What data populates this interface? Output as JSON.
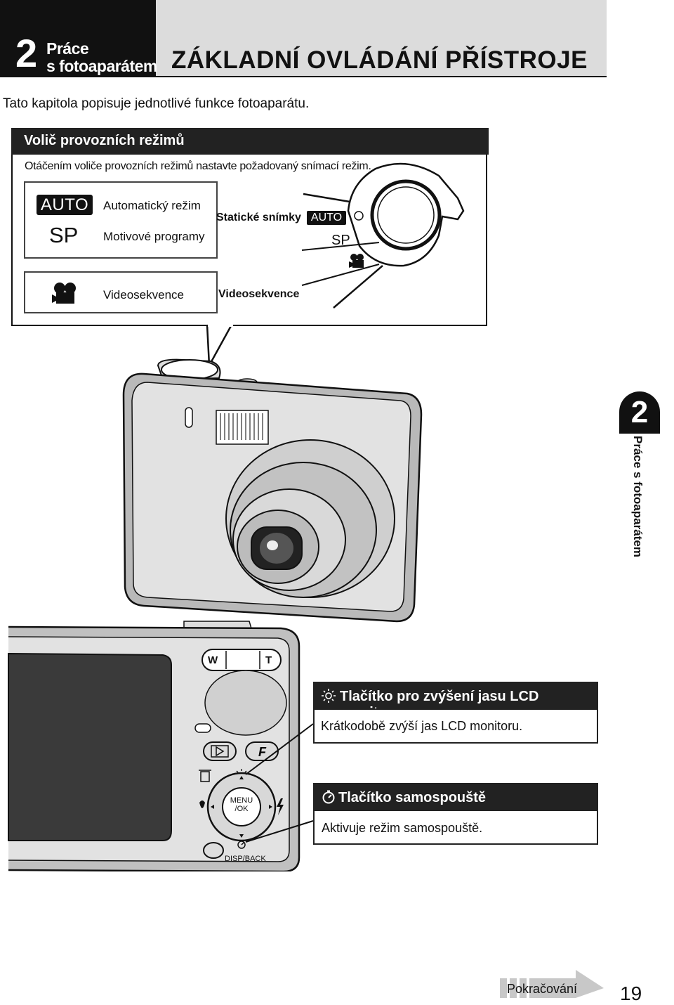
{
  "header": {
    "chapter_number": "2",
    "chapter_name_line1": "Práce",
    "chapter_name_line2": "s fotoaparátem",
    "page_title": "ZÁKLADNÍ OVLÁDÁNÍ PŘÍSTROJE"
  },
  "intro": "Tato kapitola popisuje jednotlivé funkce fotoaparátu.",
  "mode_dial": {
    "title": "Volič provozních režimů",
    "description": "Otáčením voliče provozních režimů nastavte požadovaný snímací režim.",
    "modes": [
      {
        "symbol": "AUTO",
        "label": "Automatický režim"
      },
      {
        "symbol": "SP",
        "label": "Motivové programy"
      },
      {
        "symbol": "movie-camera-icon",
        "label": "Videosekvence"
      }
    ],
    "dial_labels": {
      "still": "Statické snímky",
      "auto": "AUTO",
      "sp": "SP",
      "video": "Videosekvence"
    }
  },
  "back_panel": {
    "zoom_w": "W",
    "zoom_t": "T",
    "menu_ok_line1": "MENU",
    "menu_ok_line2": "/OK",
    "disp_back": "DISP/BACK"
  },
  "callouts": [
    {
      "icon": "brightness-sun-icon",
      "title": "Tlačítko pro zvýšení jasu LCD monitoru",
      "text": "Krátkodobě zvýší jas LCD monitoru."
    },
    {
      "icon": "self-timer-icon",
      "title": "Tlačítko samospouště",
      "text": "Aktivuje režim samospouště."
    }
  ],
  "side_tab": {
    "number": "2",
    "text": "Práce s fotoaparátem"
  },
  "footer": {
    "continue": "Pokračování",
    "page_number": "19"
  }
}
